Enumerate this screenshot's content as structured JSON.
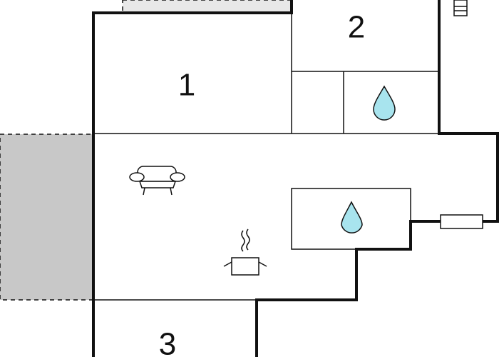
{
  "rooms": [
    {
      "id": "room-1",
      "label": "1"
    },
    {
      "id": "room-2",
      "label": "2"
    },
    {
      "id": "room-3",
      "label": "3"
    }
  ],
  "fixtures": [
    {
      "type": "sofa",
      "icon": "sofa-icon"
    },
    {
      "type": "cooktop",
      "icon": "cooking-pot-icon"
    },
    {
      "type": "water",
      "icon": "water-drop-icon"
    },
    {
      "type": "water",
      "icon": "water-drop-icon"
    },
    {
      "type": "heater",
      "icon": "heater-icon"
    },
    {
      "type": "window",
      "icon": "window-icon"
    }
  ],
  "colors": {
    "wall": "#111111",
    "terrace_fill": "#c8c8c8",
    "balcony_fill": "#e8e8e8",
    "water_fill": "#a8e4ee"
  }
}
